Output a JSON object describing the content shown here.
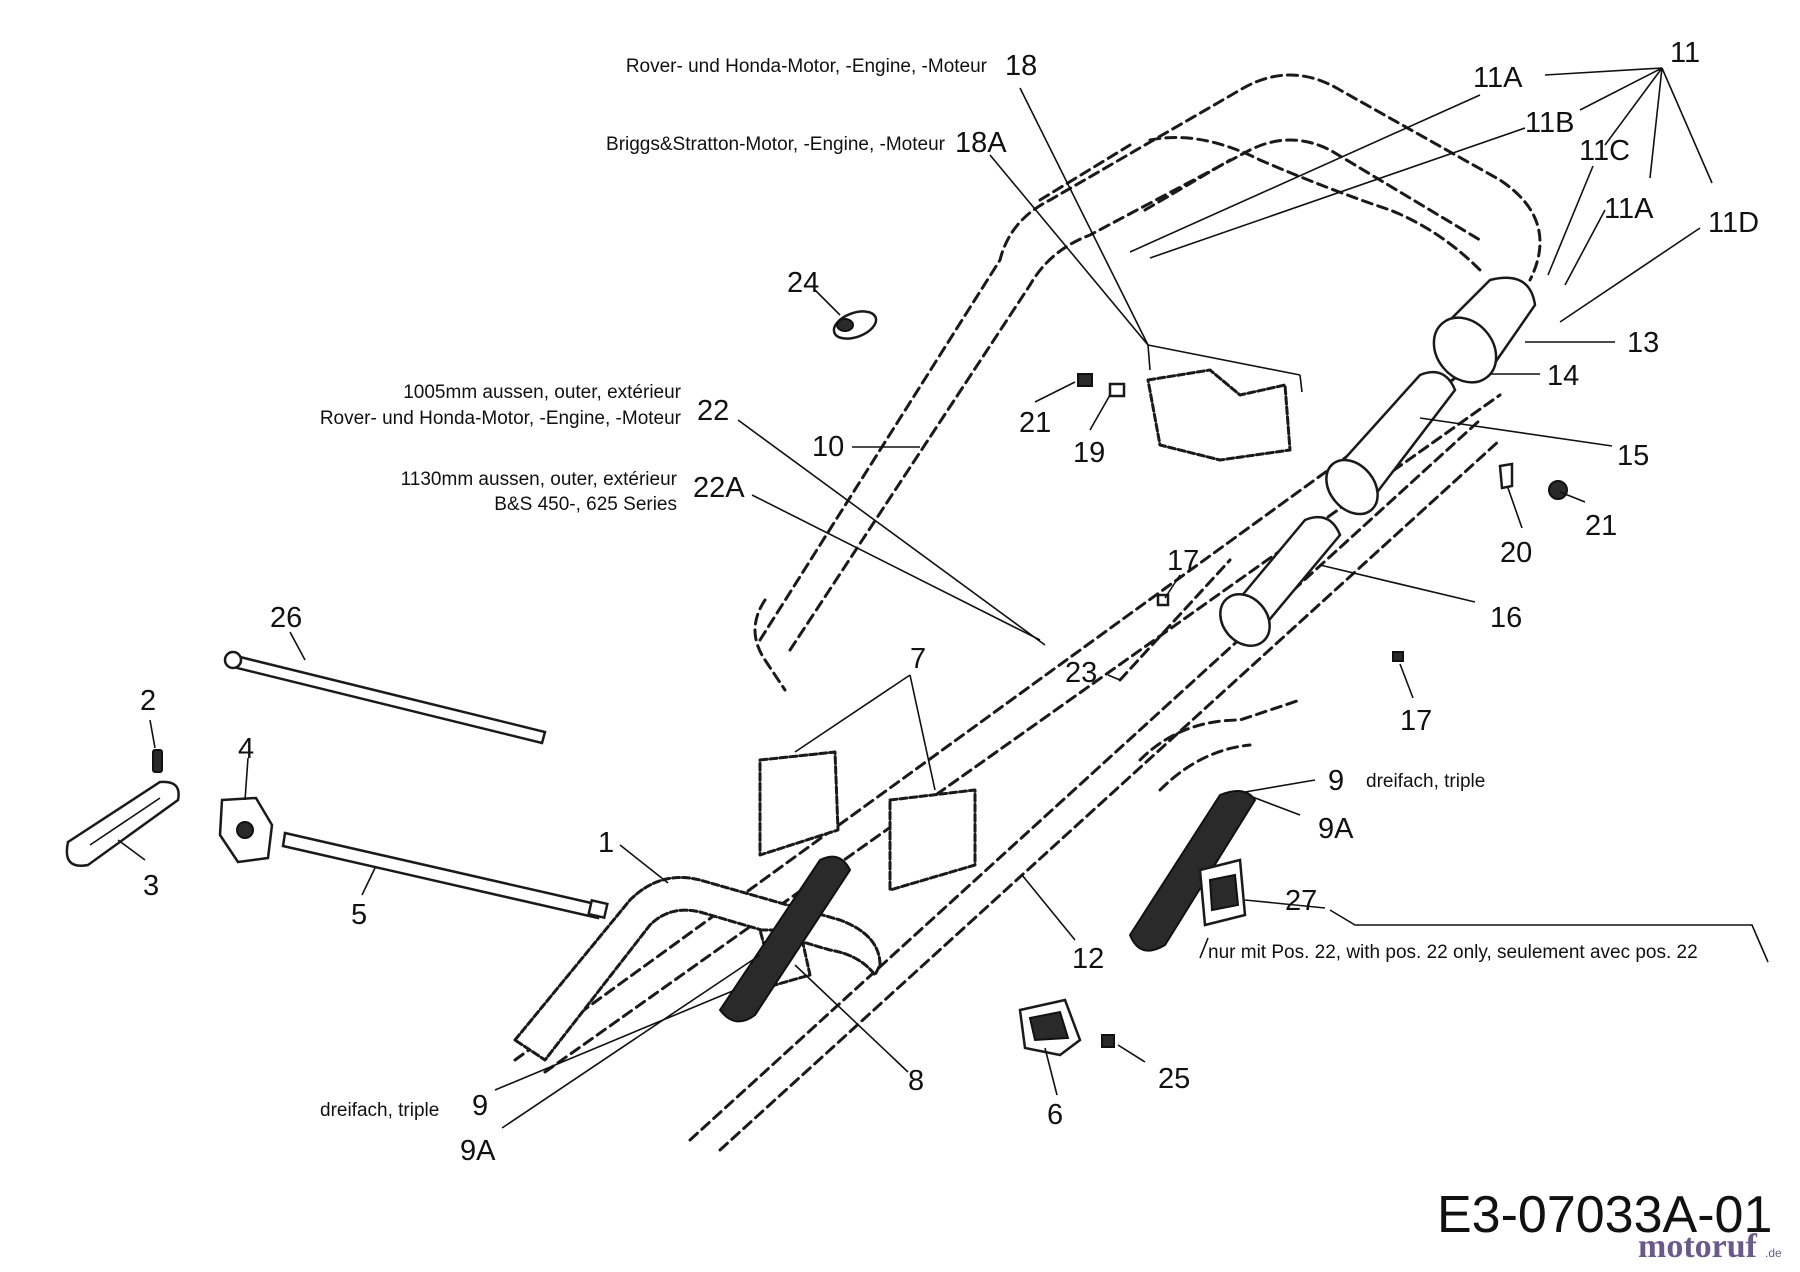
{
  "diagram_code": "E3-07033A-01",
  "watermark": {
    "main": "motoruf",
    "suffix": ".de"
  },
  "labels": {
    "n1": "1",
    "n2": "2",
    "n3": "3",
    "n4": "4",
    "n5": "5",
    "n6": "6",
    "n7": "7",
    "n8": "8",
    "n9a_left_num": "9",
    "n9a_left": "9A",
    "n9_right": "9",
    "n9a_right": "9A",
    "n10": "10",
    "n11": "11",
    "n11a_top": "11A",
    "n11b": "11B",
    "n11c": "11C",
    "n11a_right": "11A",
    "n11d": "11D",
    "n12": "12",
    "n13": "13",
    "n14": "14",
    "n15": "15",
    "n16": "16",
    "n17_mid": "17",
    "n17_right": "17",
    "n18": "18",
    "n18a": "18A",
    "n19": "19",
    "n20": "20",
    "n21_left": "21",
    "n21_right": "21",
    "n22": "22",
    "n22a": "22A",
    "n23": "23",
    "n24": "24",
    "n25": "25",
    "n26": "26",
    "n27": "27"
  },
  "notes": {
    "n18": "Rover- und Honda-Motor, -Engine, -Moteur",
    "n18a": "Briggs&Stratton-Motor, -Engine, -Moteur",
    "n22_line1": "1005mm aussen, outer, extérieur",
    "n22_line2": "Rover- und Honda-Motor, -Engine, -Moteur",
    "n22a_line1": "1130mm aussen, outer, extérieur",
    "n22a_line2": "B&S 450-, 625 Series",
    "n9_right": "dreifach, triple",
    "n9_left": "dreifach, triple",
    "n27": "nur mit Pos. 22, with pos. 22 only, seulement avec pos. 22"
  }
}
